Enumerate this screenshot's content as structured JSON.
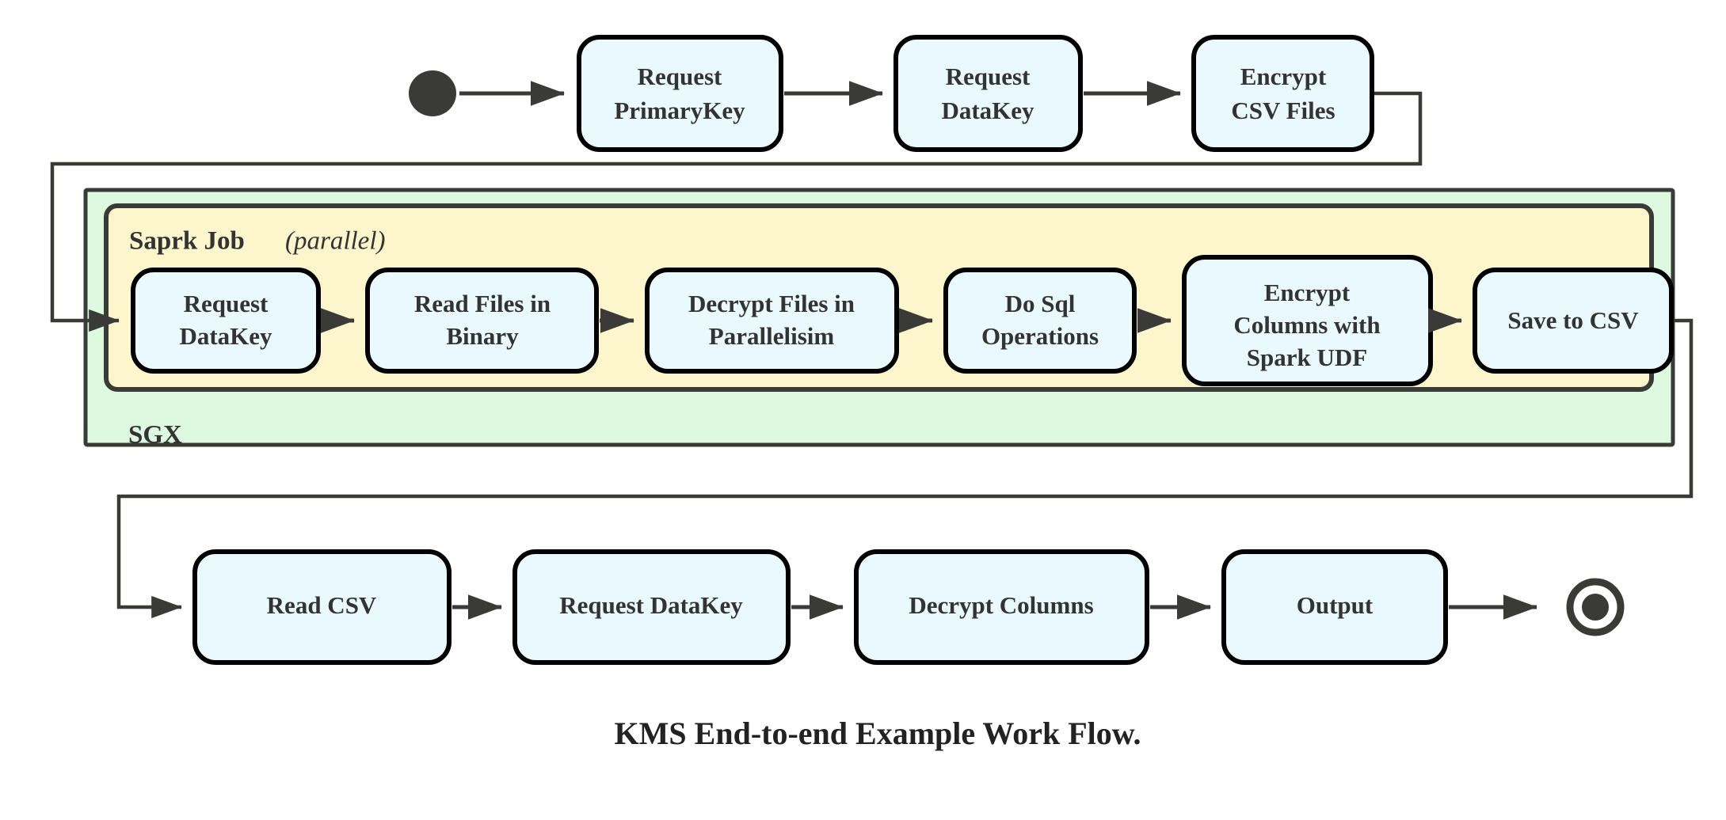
{
  "diagram": {
    "title_caption": "KMS End-to-end Example Work Flow.",
    "colors": {
      "node_fill": "#e9f9fd",
      "node_stroke": "#000000",
      "sgx_fill": "#ddf9e0",
      "spark_fill": "#fdf6cd",
      "line": "#3a3a38",
      "text": "#333333",
      "background": "#ffffff"
    },
    "start_marker": "filled-circle",
    "end_marker": "bullseye-circle",
    "containers": {
      "outer": {
        "label": "SGX",
        "fill": "#ddf9e0"
      },
      "inner": {
        "label_bold": "Saprk Job",
        "label_italic": "(parallel)",
        "fill": "#fdf6cd"
      }
    },
    "rows": {
      "top": {
        "nodes": [
          {
            "id": "request-primarykey",
            "lines": [
              "Request",
              "PrimaryKey"
            ]
          },
          {
            "id": "request-datakey-top",
            "lines": [
              "Request",
              "DataKey"
            ]
          },
          {
            "id": "encrypt-csv-files",
            "lines": [
              "Encrypt",
              "CSV Files"
            ]
          }
        ]
      },
      "middle": {
        "nodes": [
          {
            "id": "request-datakey-spark",
            "lines": [
              "Request",
              "DataKey"
            ]
          },
          {
            "id": "read-files-in-binary",
            "lines": [
              "Read Files in",
              "Binary"
            ]
          },
          {
            "id": "decrypt-files-in-parallelisim",
            "lines": [
              "Decrypt Files in",
              "Parallelisim"
            ]
          },
          {
            "id": "do-sql-operations",
            "lines": [
              "Do Sql",
              "Operations"
            ]
          },
          {
            "id": "encrypt-columns-with-spark-udf",
            "lines": [
              "Encrypt",
              "Columns with",
              "Spark UDF"
            ]
          },
          {
            "id": "save-to-csv",
            "lines": [
              "Save to CSV"
            ]
          }
        ]
      },
      "bottom": {
        "nodes": [
          {
            "id": "read-csv",
            "lines": [
              "Read CSV"
            ]
          },
          {
            "id": "request-datakey-bottom",
            "lines": [
              "Request DataKey"
            ]
          },
          {
            "id": "decrypt-columns",
            "lines": [
              "Decrypt Columns"
            ]
          },
          {
            "id": "output",
            "lines": [
              "Output"
            ]
          }
        ]
      }
    }
  }
}
